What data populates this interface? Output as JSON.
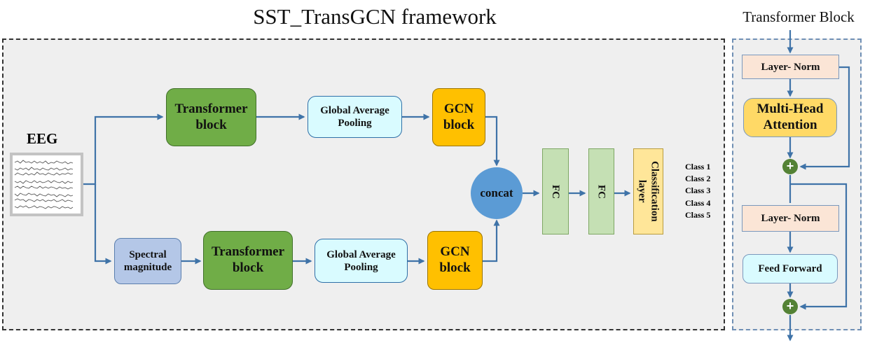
{
  "title": "SST_TransGCN framework",
  "side_title": "Transformer Block",
  "eeg": {
    "label": "EEG"
  },
  "upper_branch": {
    "transformer": "Transformer block",
    "pooling": "Global Average Pooling",
    "gcn": "GCN block"
  },
  "lower_branch": {
    "spectral": "Spectral magnitude",
    "transformer": "Transformer block",
    "pooling": "Global Average Pooling",
    "gcn": "GCN block"
  },
  "fusion": {
    "concat": "concat",
    "fc1": "FC",
    "fc2": "FC",
    "classification": "Classification layer"
  },
  "classes": [
    "Class 1",
    "Class 2",
    "Class 3",
    "Class 4",
    "Class 5"
  ],
  "transformer_block": {
    "norm1": "Layer- Norm",
    "attention": "Multi-Head Attention",
    "add1": "+",
    "norm2": "Layer- Norm",
    "feed_forward": "Feed Forward",
    "add2": "+"
  },
  "colors": {
    "arrow": "#3f73a8",
    "transformer": "#70ad47",
    "gcn": "#ffc000",
    "pooling": "#d9fbff",
    "concat": "#5b9bd5",
    "fc": "#c5e0b4",
    "classification": "#ffe699",
    "norm": "#fbe5d6",
    "attention": "#ffd966",
    "add": "#548235"
  }
}
